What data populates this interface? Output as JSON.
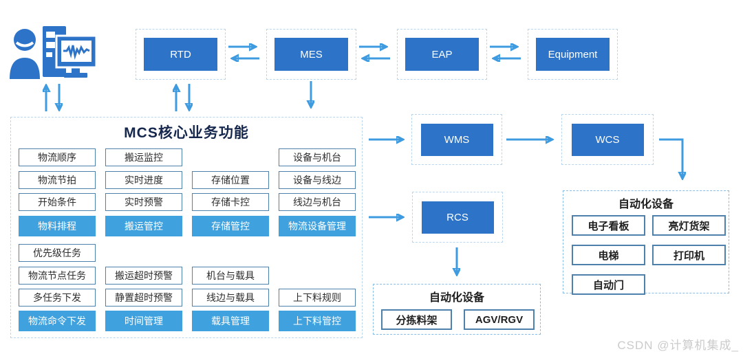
{
  "header_systems": [
    {
      "label": "RTD"
    },
    {
      "label": "MES"
    },
    {
      "label": "EAP"
    },
    {
      "label": "Equipment"
    }
  ],
  "mcs": {
    "title": "MCS核心业务功能",
    "grid": [
      [
        {
          "label": "物流顺序"
        },
        {
          "label": "搬运监控"
        },
        null,
        {
          "label": "设备与机台"
        }
      ],
      [
        {
          "label": "物流节拍"
        },
        {
          "label": "实时进度"
        },
        {
          "label": "存储位置"
        },
        {
          "label": "设备与线边"
        }
      ],
      [
        {
          "label": "开始条件"
        },
        {
          "label": "实时预警"
        },
        {
          "label": "存储卡控"
        },
        {
          "label": "线边与机台"
        }
      ],
      [
        {
          "label": "物料排程",
          "filled": true
        },
        {
          "label": "搬运管控",
          "filled": true
        },
        {
          "label": "存储管控",
          "filled": true
        },
        {
          "label": "物流设备管理",
          "filled": true
        }
      ],
      [
        {
          "label": "优先级任务"
        },
        null,
        null,
        null
      ],
      [
        {
          "label": "物流节点任务"
        },
        {
          "label": "搬运超时预警"
        },
        {
          "label": "机台与载具"
        },
        null
      ],
      [
        {
          "label": "多任务下发"
        },
        {
          "label": "静置超时预警"
        },
        {
          "label": "线边与载具"
        },
        {
          "label": "上下料规则"
        }
      ],
      [
        {
          "label": "物流命令下发",
          "filled": true
        },
        {
          "label": "时间管理",
          "filled": true
        },
        {
          "label": "载具管理",
          "filled": true
        },
        {
          "label": "上下料管控",
          "filled": true
        }
      ]
    ]
  },
  "right_systems": [
    {
      "label": "WMS"
    },
    {
      "label": "WCS"
    },
    {
      "label": "RCS"
    }
  ],
  "automation_right": {
    "title": "自动化设备",
    "items": [
      "电子看板",
      "亮灯货架",
      "电梯",
      "打印机",
      "自动门"
    ]
  },
  "automation_bottom": {
    "title": "自动化设备",
    "items": [
      "分拣料架",
      "AGV/RGV"
    ]
  },
  "icons": {
    "operator": "operator-workstation-icon"
  },
  "watermark": "CSDN @计算机集成_",
  "colors": {
    "system_blue": "#2d74c9",
    "function_blue": "#3fa2de",
    "arrow_blue": "#3e9be0",
    "outline_blue": "#4e80ac",
    "title_navy": "#16274d"
  }
}
